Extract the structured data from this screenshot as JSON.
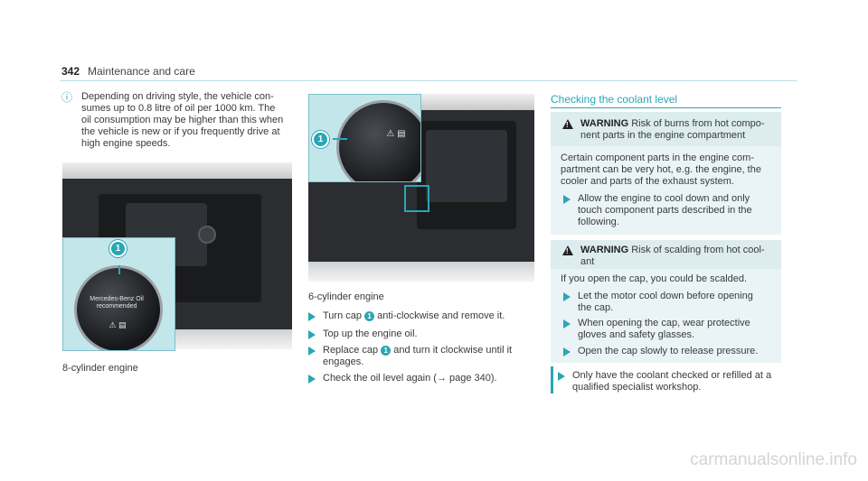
{
  "header": {
    "page_number": "342",
    "section": "Maintenance and care"
  },
  "note": {
    "icon": "info-icon",
    "text": "Depending on driving style, the vehicle consumes up to 0.8 litre of oil per 1000 km. The oil consumption may be higher than this when the vehicle is new or if you frequently drive at high engine speeds.",
    "lines": [
      "Depending on driving style, the vehicle con-",
      "sumes up to 0.8 litre of oil per 1000 km. The",
      "oil consumption may be higher than this when",
      "the vehicle is new or if you frequently drive at",
      "high engine speeds."
    ]
  },
  "figure1": {
    "caption": "8-cylinder engine",
    "badge": "1",
    "cap_label_lines": [
      "Mercedes-Benz Oil",
      "recommended"
    ]
  },
  "figure2": {
    "caption": "6-cylinder engine",
    "badge": "1"
  },
  "steps": [
    {
      "before": "Turn cap ",
      "badge": "1",
      "after": " anti-clockwise and remove it."
    },
    {
      "text": "Top up the engine oil."
    },
    {
      "before": "Replace cap ",
      "badge": "1",
      "after": " and turn it clockwise until it",
      "line2": "engages."
    },
    {
      "text": "Check the oil level again (→ page 340)."
    }
  ],
  "coolant": {
    "title": "Checking the coolant level",
    "warning1": {
      "label": "WARNING",
      "head_line1": "Risk of burns from hot compo-",
      "head_line2": "nent parts in the engine compartment",
      "body": [
        "Certain component parts in the engine com-",
        "partment can be very hot, e.g. the engine, the",
        "cooler and parts of the exhaust system."
      ],
      "step": [
        "Allow the engine to cool down and only",
        "touch component parts described in the",
        "following."
      ]
    },
    "warning2": {
      "label": "WARNING",
      "head_line1": "Risk of scalding from hot cool-",
      "head_line2": "ant",
      "body": [
        "If you open the cap, you could be scalded."
      ],
      "steps": [
        [
          "Let the motor cool down before opening",
          "the cap."
        ],
        [
          "When opening the cap, wear protective",
          "gloves and safety glasses."
        ],
        [
          "Open the cap slowly to release pressure."
        ]
      ]
    },
    "final_step": [
      "Only have the coolant checked or refilled at a",
      "qualified specialist workshop."
    ]
  },
  "watermark": "carmanualsonline.info",
  "colors": {
    "accent": "#2aa6b5",
    "inset_bg": "#c3e6ea",
    "warn_bg": "#eaf4f6"
  }
}
